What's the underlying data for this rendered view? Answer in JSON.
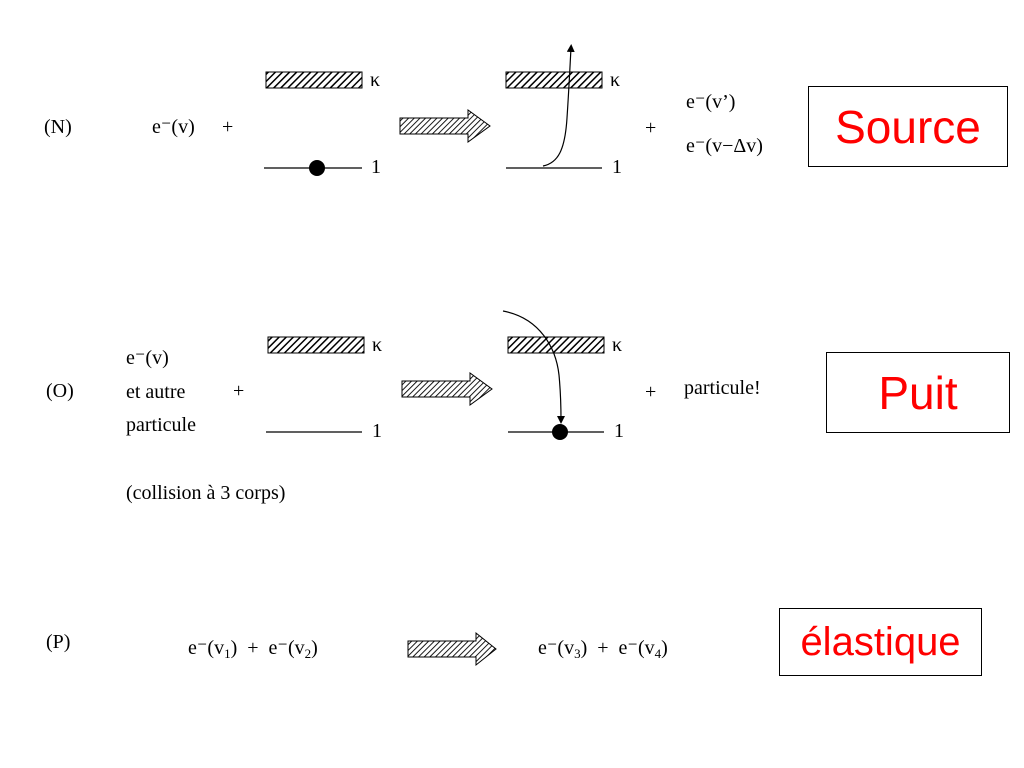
{
  "rows": {
    "N": {
      "label": "(N)",
      "reactant": "e⁻(v)",
      "plus1": "+",
      "kappa1": "κ",
      "level1": "1",
      "kappa2": "κ",
      "level2": "1",
      "plus2": "+",
      "product1": "e⁻(v’)",
      "product2": "e⁻(v−Δv)",
      "box_label": "Source"
    },
    "O": {
      "label": "(O)",
      "reactant_lines": [
        "e⁻(v)",
        "et autre",
        "particule"
      ],
      "plus1": "+",
      "kappa1": "κ",
      "level1": "1",
      "kappa2": "κ",
      "level2": "1",
      "plus2": "+",
      "product": "particule!",
      "note": "(collision à 3 corps)",
      "box_label": "Puit"
    },
    "P": {
      "label": "(P)",
      "e": "e⁻(v",
      "close": ")",
      "plus": "+",
      "sub1": "1",
      "sub2": "2",
      "sub3": "3",
      "sub4": "4",
      "box_label": "élastique"
    }
  },
  "colors": {
    "box_text": "#ff0000",
    "line": "#000000"
  }
}
